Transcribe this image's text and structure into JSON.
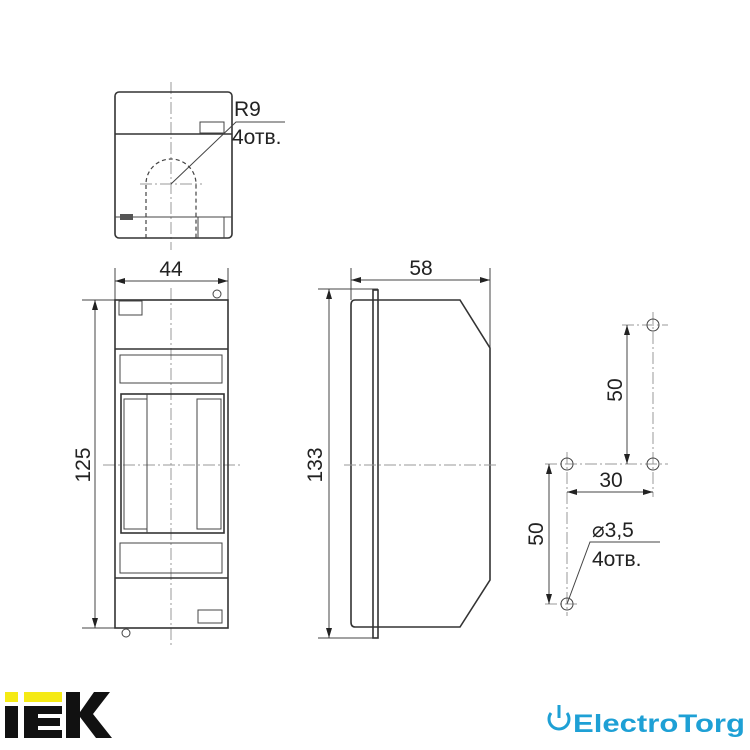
{
  "top_view": {
    "radius_label": "R9",
    "holes_label": "4отв."
  },
  "front_view": {
    "width_label": "44",
    "height_label": "125"
  },
  "side_view": {
    "depth_label": "58",
    "height_label": "133"
  },
  "mounting": {
    "vertical_top_label": "50",
    "horizontal_label": "30",
    "vertical_bottom_label": "50",
    "hole_diameter_label": "⌀3,5",
    "holes_label": "4отв."
  },
  "logos": {
    "left": "IEK",
    "right": "ElectroTorg",
    "right_color": "#1ea0d5",
    "left_accent": "#f5ea14"
  }
}
